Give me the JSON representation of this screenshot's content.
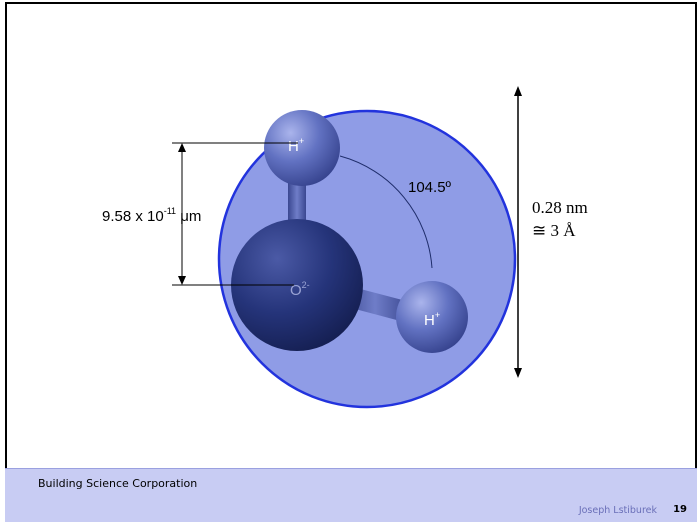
{
  "diagram": {
    "angle_label": "104.5º",
    "bond_length_label": "9.58 x 10",
    "bond_length_exponent": "-11",
    "bond_length_unit": " μm",
    "size_label_line1": "0.28 nm",
    "size_label_line2": "≅ 3 Å",
    "oxygen_label": "O",
    "oxygen_charge": "2-",
    "hydrogen_top_label": "H",
    "hydrogen_top_charge": "+",
    "hydrogen_right_label": "H",
    "hydrogen_right_charge": "+"
  },
  "colors": {
    "envelope_fill": "#8f9ce6",
    "envelope_stroke": "#2233dd",
    "oxygen": "#1f2d6b",
    "hydrogen": "#5563b0"
  },
  "footer": {
    "organization": "Building Science Corporation",
    "author": "Joseph Lstiburek",
    "page_number": "19"
  }
}
